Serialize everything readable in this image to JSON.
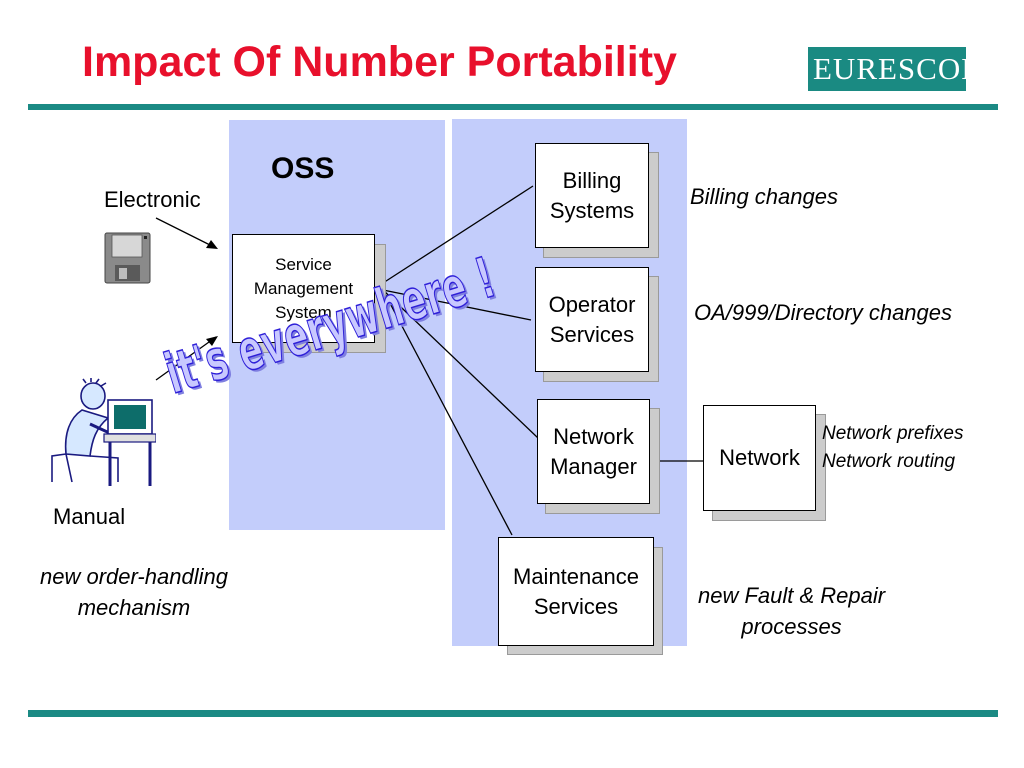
{
  "title": "Impact Of Number Portability",
  "logo": {
    "text": "EURESCOM",
    "color": "#1a8a82"
  },
  "oss_label": "OSS",
  "inputs": {
    "electronic": {
      "label": "Electronic",
      "icon": "floppy-disk-icon"
    },
    "manual": {
      "label": "Manual",
      "icon": "person-at-computer-icon"
    }
  },
  "service_management": {
    "line1": "Service",
    "line2": "Management",
    "line3": "System"
  },
  "systems": {
    "billing": {
      "line1": "Billing",
      "line2": "Systems"
    },
    "operator": {
      "line1": "Operator",
      "line2": "Services"
    },
    "network_manager": {
      "line1": "Network",
      "line2": "Manager"
    },
    "maintenance": {
      "line1": "Maintenance",
      "line2": "Services"
    }
  },
  "network": {
    "label": "Network"
  },
  "notes": {
    "billing": "Billing changes",
    "operator": "OA/999/Directory changes",
    "network_line1": "Network prefixes",
    "network_line2": "Network routing",
    "fault_line1": "new Fault & Repair",
    "fault_line2": "processes",
    "order_line1": "new order-handling",
    "order_line2": "mechanism"
  },
  "wordart": "it's everywhere !",
  "colors": {
    "title": "#e8102c",
    "panel": "#c3cdfb",
    "rule": "#1b8a84",
    "wordart_outline": "#2e1fd8"
  }
}
